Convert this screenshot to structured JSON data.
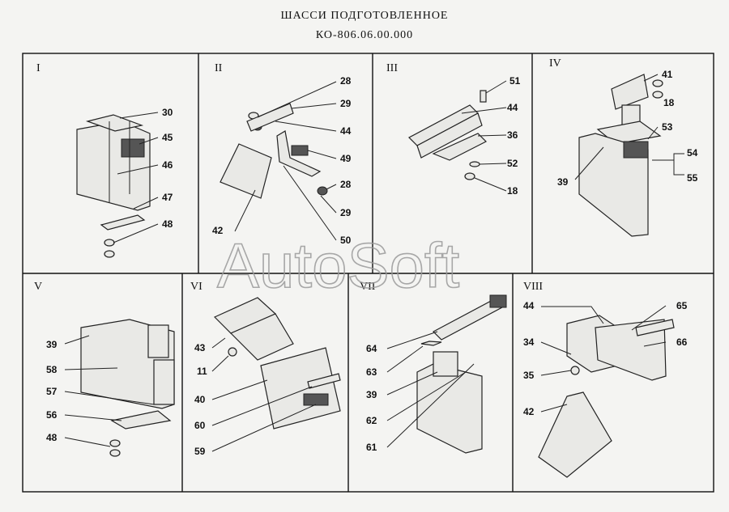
{
  "header": {
    "title": "ШАССИ ПОДГОТОВЛЕННОЕ",
    "subtitle": "КО-806.06.00.000"
  },
  "watermark": "AutoSoft",
  "panels": [
    {
      "roman": "I",
      "labels": [
        "30",
        "45",
        "46",
        "47",
        "48"
      ]
    },
    {
      "roman": "II",
      "labels": [
        "28",
        "29",
        "44",
        "49",
        "28",
        "29",
        "42",
        "50"
      ]
    },
    {
      "roman": "III",
      "labels": [
        "51",
        "44",
        "36",
        "52",
        "18"
      ]
    },
    {
      "roman": "IV",
      "labels": [
        "41",
        "18",
        "53",
        "54",
        "55",
        "39"
      ]
    },
    {
      "roman": "V",
      "labels": [
        "39",
        "58",
        "57",
        "56",
        "48"
      ]
    },
    {
      "roman": "VI",
      "labels": [
        "43",
        "11",
        "40",
        "60",
        "59"
      ]
    },
    {
      "roman": "VII",
      "labels": [
        "64",
        "63",
        "39",
        "62",
        "61"
      ]
    },
    {
      "roman": "VIII",
      "labels": [
        "44",
        "65",
        "34",
        "66",
        "35",
        "42"
      ]
    }
  ]
}
